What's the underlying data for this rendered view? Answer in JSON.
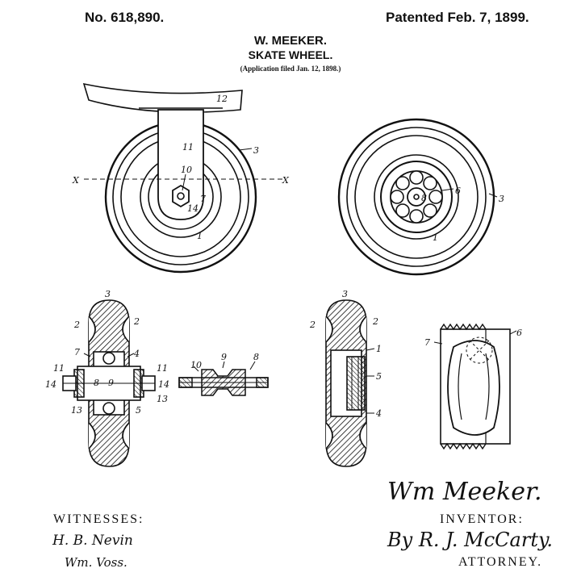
{
  "header": {
    "patent_number": "No. 618,890.",
    "patent_date": "Patented Feb. 7, 1899.",
    "inventor_name": "W. MEEKER.",
    "title": "SKATE WHEEL.",
    "application": "(Application filed Jan. 12, 1898.)"
  },
  "footer": {
    "witnesses_label": "WITNESSES:",
    "inventor_label": "INVENTOR:",
    "attorney_label": "ATTORNEY.",
    "witness_signature_1": "H. B. Nevin",
    "witness_signature_2": "Wm. Voss.",
    "inventor_signature": "Wm Meeker.",
    "attorney_signature": "By R. J. McCarty."
  },
  "figures": {
    "fig_side_view": {
      "labels": [
        "12",
        "11",
        "3",
        "10",
        "7",
        "14",
        "1",
        "X",
        "X"
      ]
    },
    "fig_rear_view": {
      "labels": [
        "8",
        "6",
        "3",
        "1"
      ]
    },
    "fig_section_left": {
      "labels": [
        "3",
        "2",
        "2",
        "7",
        "4",
        "11",
        "11",
        "14",
        "14",
        "8",
        "9",
        "13",
        "13",
        "5"
      ]
    },
    "fig_axle": {
      "labels": [
        "10",
        "9",
        "8"
      ]
    },
    "fig_section_right": {
      "labels": [
        "3",
        "2",
        "2",
        "1",
        "5",
        "4"
      ]
    },
    "fig_detail": {
      "labels": [
        "7",
        "6"
      ]
    }
  }
}
